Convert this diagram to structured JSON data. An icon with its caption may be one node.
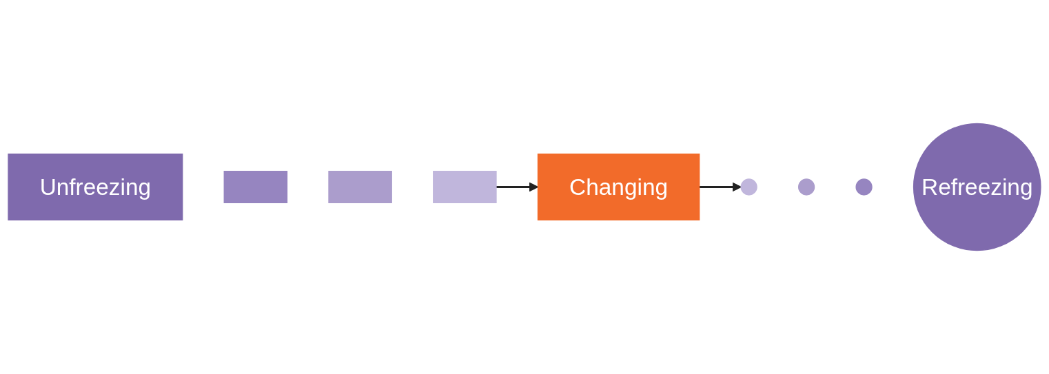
{
  "diagram": {
    "nodes": [
      {
        "text": [
          "Unfreezing"
        ]
      },
      {
        "text": [],
        "shape": "box"
      },
      {
        "text": [],
        "shape": "box"
      },
      {
        "text": [],
        "shape": "box"
      },
      {
        "text": [
          "Changing"
        ]
      },
      {
        "text": [],
        "shape": "circle"
      },
      {
        "text": [],
        "shape": "circle"
      },
      {
        "text": [],
        "shape": "circle"
      },
      {
        "text": [
          "Refreezing"
        ]
      }
    ],
    "edges": [
      {
        "from": 3,
        "to": 4,
        "arrow": "to"
      },
      {
        "from": 4,
        "to": 5,
        "arrow": "to"
      }
    ]
  }
}
